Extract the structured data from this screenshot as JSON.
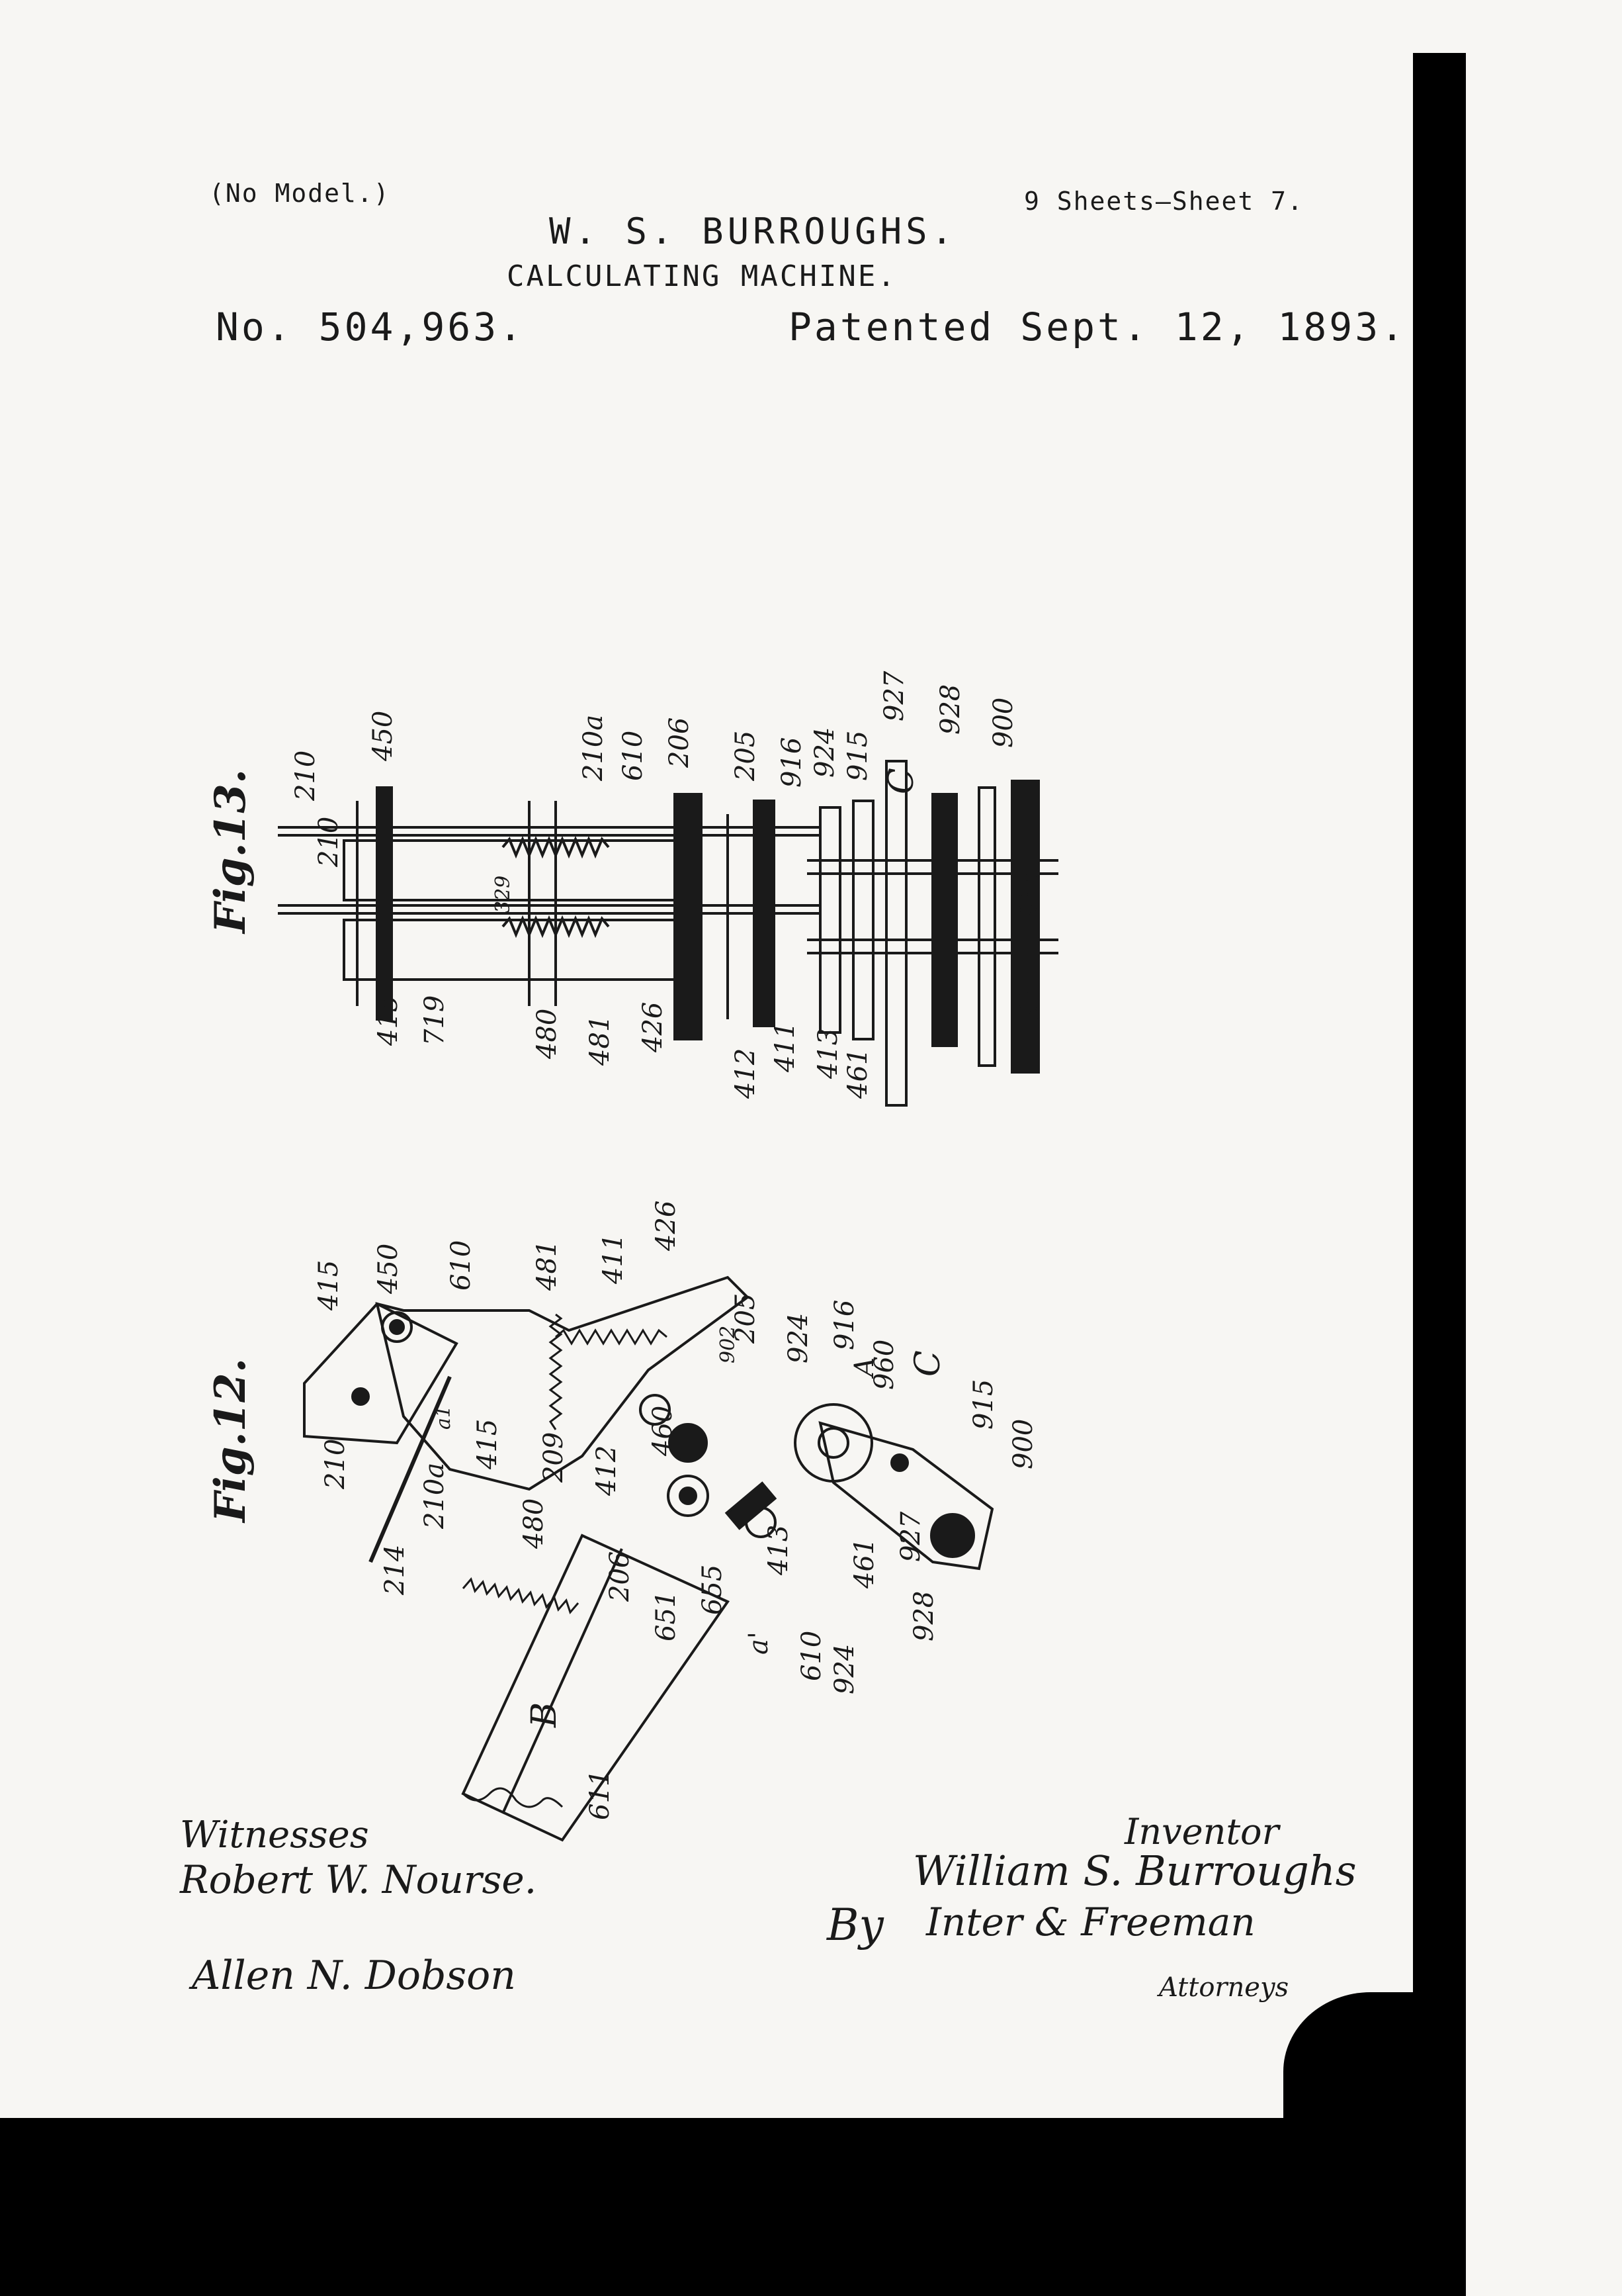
{
  "header": {
    "model_note": "(No Model.)",
    "sheets": "9 Sheets—Sheet 7.",
    "inventor_name": "W. S. BURROUGHS.",
    "title": "CALCULATING MACHINE.",
    "patent_number": "No. 504,963.",
    "patented_date": "Patented Sept. 12, 1893."
  },
  "figures": {
    "fig13": {
      "label": "Fig.13.",
      "labels": [
        "210",
        "450",
        "210a",
        "610",
        "206",
        "205",
        "916",
        "924",
        "915",
        "927",
        "928",
        "900",
        "C",
        "210",
        "915",
        "915",
        "415",
        "719",
        "480",
        "481",
        "426",
        "412",
        "411",
        "413",
        "461",
        "329"
      ]
    },
    "fig12": {
      "label": "Fig.12.",
      "labels": [
        "415",
        "450",
        "610",
        "481",
        "411",
        "426",
        "902",
        "205",
        "924",
        "916",
        "A",
        "960",
        "C",
        "915",
        "900",
        "210",
        "214",
        "210a",
        "a1",
        "415",
        "480",
        "209",
        "412",
        "460",
        "206",
        "651",
        "655",
        "a'",
        "413",
        "461",
        "927",
        "928",
        "610",
        "924",
        "B",
        "611"
      ]
    }
  },
  "signatures": {
    "witnesses_label": "Witnesses",
    "witness_1": "Robert W. Nourse.",
    "witness_2": "Allen N. Dobson",
    "inventor_label": "Inventor",
    "inventor_signature": "William S. Burroughs",
    "by_label": "By",
    "attorney_signature": "Inter & Freeman",
    "attorneys_label": "Attorneys"
  },
  "colors": {
    "paper": "#f7f6f3",
    "ink": "#1a1a1a",
    "border": "#000000"
  }
}
